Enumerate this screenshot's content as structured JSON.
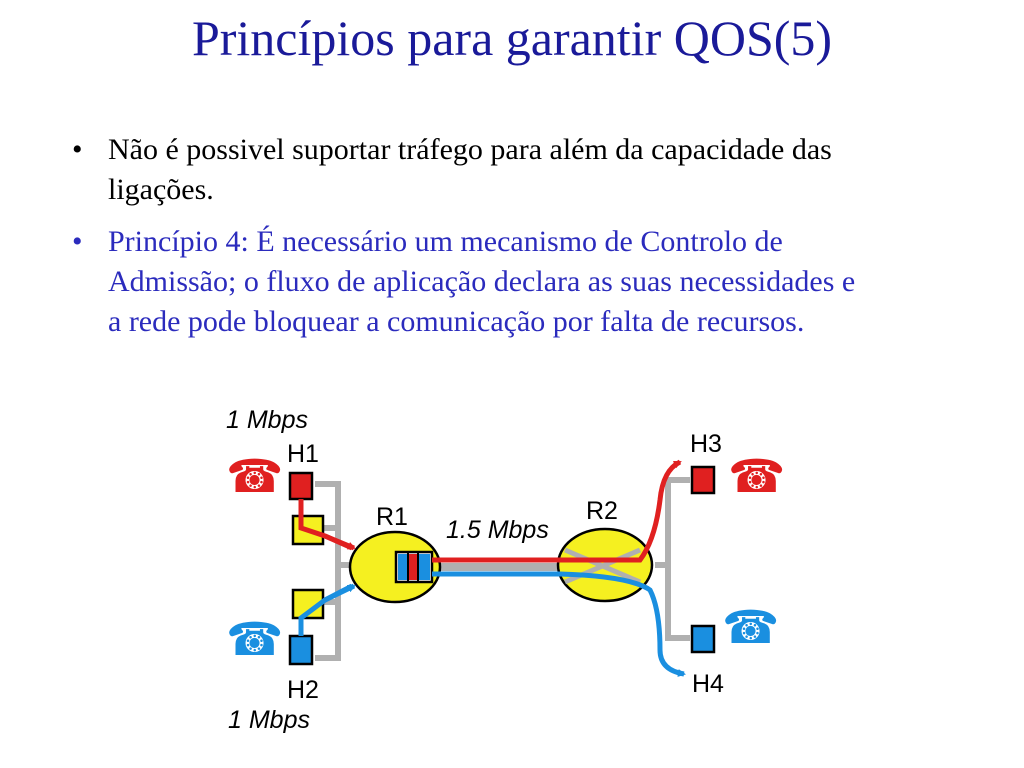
{
  "slide": {
    "title": "Princípios para garantir QOS(5)",
    "bullets": [
      {
        "marker": "•",
        "text": "Não é possivel suportar tráfego para além da capacidade das ligações.",
        "color": "#000000"
      },
      {
        "marker": "•",
        "text": "Princípio 4: É necessário um mecanismo de Controlo de Admissão; o fluxo de aplicação declara as suas necessidades e a rede pode bloquear a comunicação por falta de recursos.",
        "color": "#2b2bbd"
      }
    ]
  },
  "diagram": {
    "hosts": {
      "h1": "H1",
      "h2": "H2",
      "h3": "H3",
      "h4": "H4"
    },
    "routers": {
      "r1": "R1",
      "r2": "R2"
    },
    "rates": {
      "h1_rate": "1 Mbps",
      "h2_rate": "1 Mbps",
      "link_rate": "1.5 Mbps"
    },
    "icons": {
      "phone": "☎"
    },
    "colors": {
      "red_flow": "#e02020",
      "blue_flow": "#1a8fe0",
      "router_fill": "#f5f020",
      "link_gray": "#b0b0b0",
      "title": "#1a1a99"
    }
  }
}
